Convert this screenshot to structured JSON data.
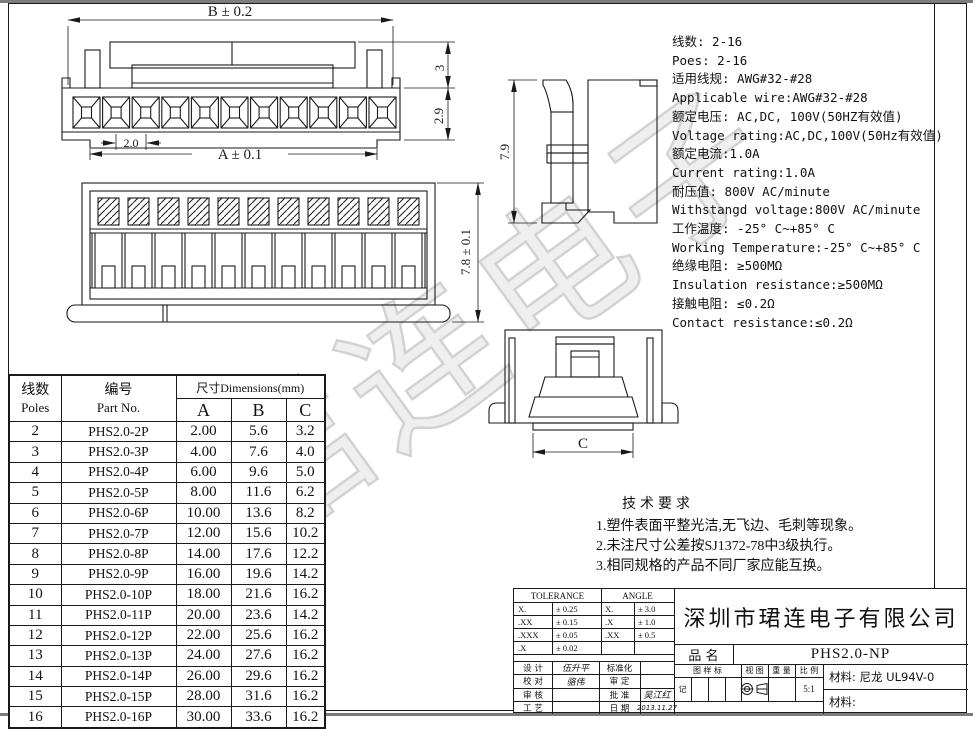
{
  "watermark": "珺连电子",
  "specs": {
    "lines": [
      "线数: 2-16",
      "Poes: 2-16",
      "适用线规: AWG#32-#28",
      "Applicable wire:AWG#32-#28",
      "额定电压: AC,DC, 100V(50HZ有效值)",
      "Voltage rating:AC,DC,100V(50Hz有效值)",
      "额定电流:1.0A",
      "Current rating:1.0A",
      "耐压值: 800V AC/minute",
      "Withstangd voltage:800V AC/minute",
      "工作温度: -25° C~+85° C",
      "Working Temperature:-25° C~+85° C",
      "绝缘电阻: ≥500MΩ",
      "Insulation resistance:≥500MΩ",
      "接触电阻: ≤0.2Ω",
      "Contact resistance:≤0.2Ω"
    ]
  },
  "dims": {
    "b": "B ± 0.2",
    "a": "A ± 0.1",
    "pitch": "2.0",
    "plate_h": "3",
    "body_h": "2.9",
    "rear_h": "7.8 ± 0.1",
    "side_h": "7.9",
    "c": "C"
  },
  "tech_req": {
    "title": "技术要求",
    "items": [
      "1.塑件表面平整光洁,无飞边、毛刺等现象。",
      "2.未注尺寸公差按SJ1372-78中3级执行。",
      "3.相同规格的产品不同厂家应能互换。"
    ]
  },
  "dim_table": {
    "poles_cn": "线数",
    "poles_en": "Poles",
    "part_cn": "编号",
    "part_en": "Part No.",
    "dims_header": "尺寸Dimensions(mm)",
    "col_a": "A",
    "col_b": "B",
    "col_c": "C",
    "rows": [
      [
        "2",
        "PHS2.0-2P",
        "2.00",
        "5.6",
        "3.2"
      ],
      [
        "3",
        "PHS2.0-3P",
        "4.00",
        "7.6",
        "4.0"
      ],
      [
        "4",
        "PHS2.0-4P",
        "6.00",
        "9.6",
        "5.0"
      ],
      [
        "5",
        "PHS2.0-5P",
        "8.00",
        "11.6",
        "6.2"
      ],
      [
        "6",
        "PHS2.0-6P",
        "10.00",
        "13.6",
        "8.2"
      ],
      [
        "7",
        "PHS2.0-7P",
        "12.00",
        "15.6",
        "10.2"
      ],
      [
        "8",
        "PHS2.0-8P",
        "14.00",
        "17.6",
        "12.2"
      ],
      [
        "9",
        "PHS2.0-9P",
        "16.00",
        "19.6",
        "14.2"
      ],
      [
        "10",
        "PHS2.0-10P",
        "18.00",
        "21.6",
        "16.2"
      ],
      [
        "11",
        "PHS2.0-11P",
        "20.00",
        "23.6",
        "14.2"
      ],
      [
        "12",
        "PHS2.0-12P",
        "22.00",
        "25.6",
        "16.2"
      ],
      [
        "13",
        "PHS2.0-13P",
        "24.00",
        "27.6",
        "16.2"
      ],
      [
        "14",
        "PHS2.0-14P",
        "26.00",
        "29.6",
        "16.2"
      ],
      [
        "15",
        "PHS2.0-15P",
        "28.00",
        "31.6",
        "16.2"
      ],
      [
        "16",
        "PHS2.0-16P",
        "30.00",
        "33.6",
        "16.2"
      ]
    ]
  },
  "title_block": {
    "tolerance_title": "TOLERANCE",
    "angle_title": "ANGLE",
    "tolerance_rows": [
      [
        "X.",
        "± 0.25",
        "X.",
        "± 3.0"
      ],
      [
        ".XX",
        "± 0.15",
        ".X",
        "± 1.0"
      ],
      [
        ".XXX",
        "± 0.05",
        ".XX",
        "± 0.5"
      ],
      [
        ".X",
        "± 0.02",
        "",
        ""
      ]
    ],
    "signature_rows": [
      [
        "设 计",
        "伍升平",
        "标准化",
        ""
      ],
      [
        "校 对",
        "骆伟",
        "审 定",
        ""
      ],
      [
        "审 核",
        "",
        "批 准",
        "吴江红"
      ],
      [
        "工 艺",
        "",
        "日 期",
        "2013.11.27"
      ]
    ],
    "company": "深圳市珺连电子有限公司",
    "part_name_label": "品 名",
    "part_name_value": "PHS2.0-NP",
    "mark_label_line1": "图 样 标",
    "mark_label_line2": "记",
    "view_label": "视 图",
    "weight_label": "重 量",
    "scale_label": "比 例",
    "scale_value": "5:1",
    "material_1": "材料: 尼龙 UL94V-0",
    "material_2": "材料:"
  }
}
